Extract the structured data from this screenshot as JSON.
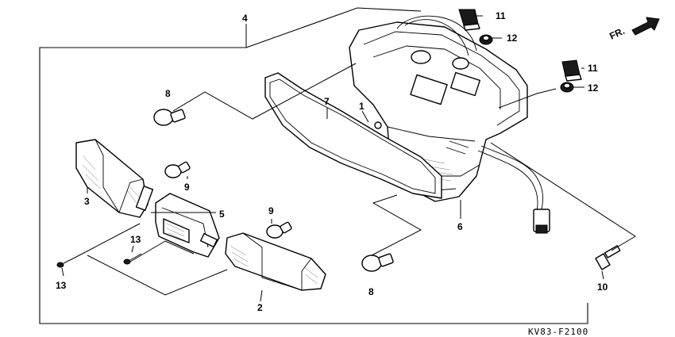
{
  "diagram": {
    "direction_label": "FR.",
    "figure_code": "KV83-F2100",
    "callouts": {
      "c1": "1",
      "c2": "2",
      "c3": "3",
      "c4": "4",
      "c5": "5",
      "c6": "6",
      "c7": "7",
      "c8a": "8",
      "c8b": "8",
      "c9a": "9",
      "c9b": "9",
      "c10": "10",
      "c11a": "11",
      "c11b": "11",
      "c12a": "12",
      "c12b": "12",
      "c13a": "13",
      "c13b": "13"
    }
  }
}
